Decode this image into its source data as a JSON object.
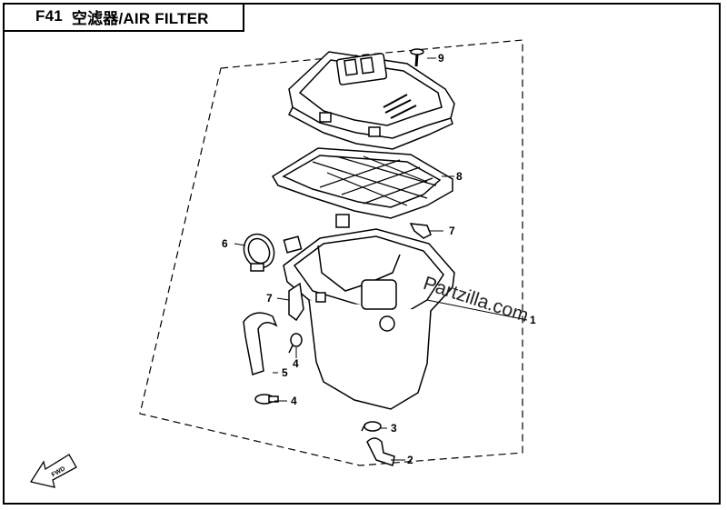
{
  "header": {
    "code": "F41",
    "title": "空滤器/AIR FILTER"
  },
  "callouts": [
    "1",
    "2",
    "3",
    "4",
    "4",
    "5",
    "6",
    "7",
    "7",
    "8",
    "9"
  ],
  "watermark": "Partzilla.com",
  "direction_badge": "FWD"
}
